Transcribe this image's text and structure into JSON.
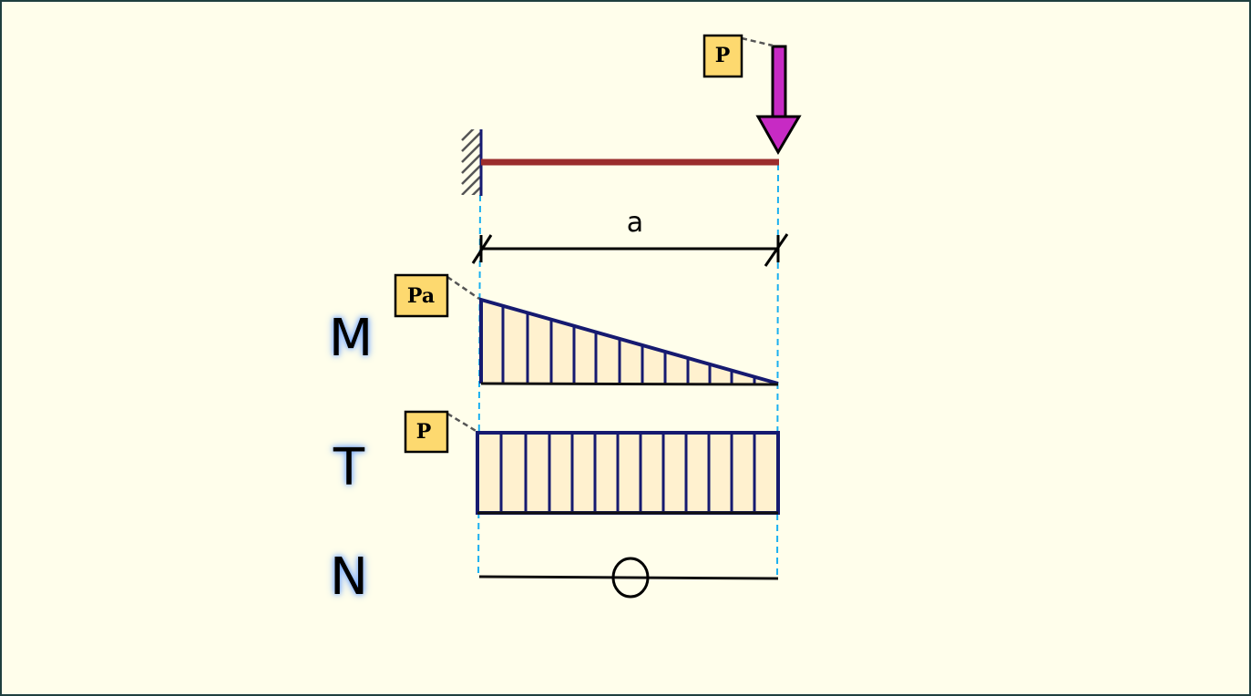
{
  "load_label": "P",
  "span_label": "a",
  "moment_value_label": "Pa",
  "shear_value_label": "P",
  "diagram_labels": {
    "moment": "M",
    "shear": "T",
    "normal": "N"
  },
  "colors": {
    "background": "#fffeeb",
    "beam": "#9b2d2d",
    "arrow": "#c72ac4",
    "diagram_outline": "#161a70",
    "diagram_fill": "#fff1cf",
    "label_box": "#fdd96f",
    "guide": "#1ab0f0"
  }
}
